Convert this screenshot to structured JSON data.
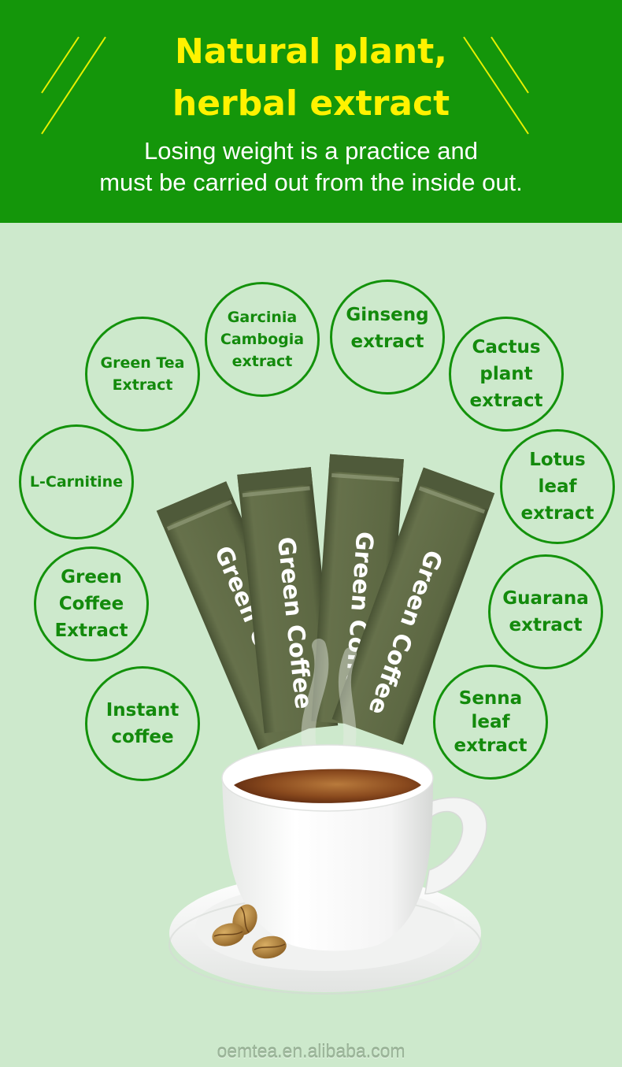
{
  "banner": {
    "title_line1": "Natural plant,",
    "title_line2": "herbal extract",
    "subtitle_line1": "Losing weight is a practice and",
    "subtitle_line2": "must be carried out from the inside out.",
    "colors": {
      "background": "#14960a",
      "title": "#fff200",
      "subtitle": "#ffffff",
      "deco_lines": "#e8f000"
    }
  },
  "ingredients": [
    {
      "id": "green-tea",
      "lines": [
        "Green Tea",
        "Extract"
      ]
    },
    {
      "id": "garcinia",
      "lines": [
        "Garcinia",
        "Cambogia",
        "extract"
      ]
    },
    {
      "id": "ginseng",
      "lines": [
        "Ginseng",
        "extract"
      ]
    },
    {
      "id": "cactus",
      "lines": [
        "Cactus",
        "plant",
        "extract"
      ]
    },
    {
      "id": "l-carnitine",
      "lines": [
        "L-Carnitine"
      ]
    },
    {
      "id": "lotus",
      "lines": [
        "Lotus",
        "leaf",
        "extract"
      ]
    },
    {
      "id": "green-coffee",
      "lines": [
        "Green",
        "Coffee",
        "Extract"
      ]
    },
    {
      "id": "guarana",
      "lines": [
        "Guarana",
        "extract"
      ]
    },
    {
      "id": "instant-coffee",
      "lines": [
        "Instant",
        "coffee"
      ]
    },
    {
      "id": "senna",
      "lines": [
        "Senna",
        "leaf",
        "extract"
      ]
    }
  ],
  "product": {
    "sachet_label": "Green Coffee",
    "sachet_count": 4,
    "sachet_color": "#5f6b45"
  },
  "colors": {
    "page_background": "#cde9cc",
    "circle_stroke": "#13920b",
    "circle_text": "#138a0c"
  },
  "footer": {
    "watermark": "oemtea.en.alibaba.com"
  }
}
